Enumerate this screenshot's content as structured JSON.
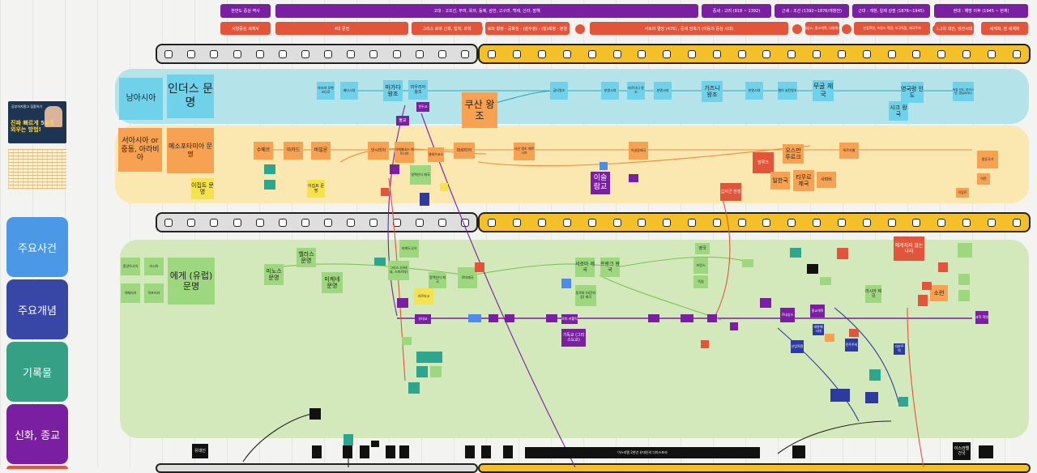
{
  "top_timeline": {
    "row1": [
      "한반도 중심 역사",
      "고대 : 고조선, 부여, 옥저, 동예, 삼한, 고구려, 백제, 신라, 발해",
      "중세 : 고려 (918 ~ 1392)",
      "근세 : 조선 (1392~1876/개항전)",
      "근대 : 개항, 일제 강점 (1876~1945)",
      "현대 : 해방 이후 (1945 ~ 현재)"
    ],
    "row2": [
      "서양중심 세계사",
      "4대 문명",
      "그리스 로마 신화, 철학, 과학",
      "로마 황정 - 공화정 - (삼두정) - (황)제정 - 분열",
      "서로마 멸망 (476) , 중세 암흑기 (이동의 중심 시대)",
      "르네상스, 종교개혁, 대항해시대",
      "산업혁명, 프랑스 혁명, 미국독립, 제국주의",
      "1,2차 대전, 냉전시대",
      "세계화, 팜 세계화"
    ]
  },
  "categories": [
    "주요사건",
    "주요개념",
    "기록물",
    "신화, 종교"
  ],
  "thumbnail": {
    "caption_top": "공부하지말고 집중하기",
    "headline": "진짜 빠르게 50개 외우는 방법!"
  },
  "regions": {
    "south_asia": {
      "label": "남아시아",
      "title": "인더스 문명",
      "notes": [
        "하라파 모헨조다로",
        "베다시대",
        "마가다 왕조",
        "마우리아 왕조",
        "쿠산 왕조",
        "굽타왕조",
        "분열시대",
        "바르다나 왕조",
        "분열시대",
        "가즈니 왕조",
        "분열시대",
        "델리 술탄왕조",
        "무굴 제국",
        "영국령 인도",
        "시크 왕국",
        "독립 인도, 파키스탄, 방글라데시"
      ],
      "tags": [
        "불교",
        "힌두교"
      ]
    },
    "west_asia": {
      "label": "서아시아 or 중동, 아라비아",
      "title": "메소포타미아 문명",
      "egypt": "이집트 문명",
      "egypt2": "이집트 문명",
      "notes": [
        "수메르",
        "아카드",
        "바빌론",
        "앗시리아",
        "아케메네스 페르시아",
        "셀레우코스",
        "파르티아",
        "사산 왕조 페르시아",
        "이슬람제국",
        "오스만 투르크",
        "튀르키예",
        "맘루크",
        "일한국",
        "티무르 제국",
        "사파비",
        "이란",
        "중동국가",
        "이집트",
        "십자군 전쟁",
        "이슬람교"
      ],
      "small": [
        "알렉산더 제국"
      ]
    },
    "europe": {
      "title": "에게 (유럽) 문명",
      "notes": [
        "중앙아시아",
        "러시아",
        "아메리카",
        "아프리카",
        "미노스 문명",
        "헬라스 문명",
        "미케네 문명",
        "마케도니아",
        "그리스 (아테네, 스파르타)",
        "알렉산더 제국",
        "카르타고",
        "로마제국",
        "서로마 제국",
        "프랑크 왕국",
        "동로마 (비잔티움) 제국",
        "영국",
        "프랑스",
        "독일",
        "러시아 제국",
        "헤게지지 않는 나라",
        "소련",
        "기독교 (그리스도교)"
      ],
      "events": [
        "유대교",
        "로마 카톨릭",
        "르네상스",
        "종교개혁",
        "과학 혁명",
        "대항해 시대",
        "산업혁명",
        "자본주의",
        "민주주의"
      ]
    }
  },
  "bottom_strip": [
    "유대인",
    "이스라엘 건국",
    "이스라엘 2천년 유대인의 디아스포라"
  ],
  "colors": {
    "purple": "#7a1fa2",
    "orange_red": "#e2553a",
    "gold": "#f4c02a",
    "cyan_band": "#b5e3ea",
    "yellow_band": "#fbe7b0",
    "green_band": "#d3e9bb"
  }
}
